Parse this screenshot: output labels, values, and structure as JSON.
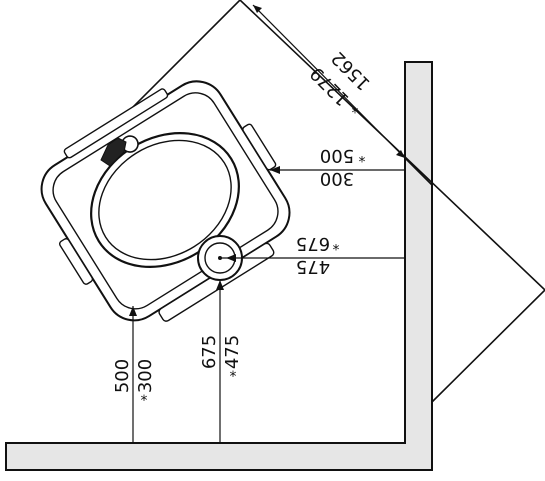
{
  "colors": {
    "line": "#111111",
    "wall_fill": "#e6e6e6",
    "background": "#ffffff"
  },
  "dimensions": {
    "diag_outer": "1562",
    "diag_inner": "1279",
    "wall_upper_outer": "500",
    "wall_upper_inner": "300",
    "wall_lower_outer": "675",
    "wall_lower_inner": "475",
    "floor_left_outer": "500",
    "floor_left_inner": "300",
    "floor_right_outer": "675",
    "floor_right_inner": "475",
    "star": "*"
  }
}
